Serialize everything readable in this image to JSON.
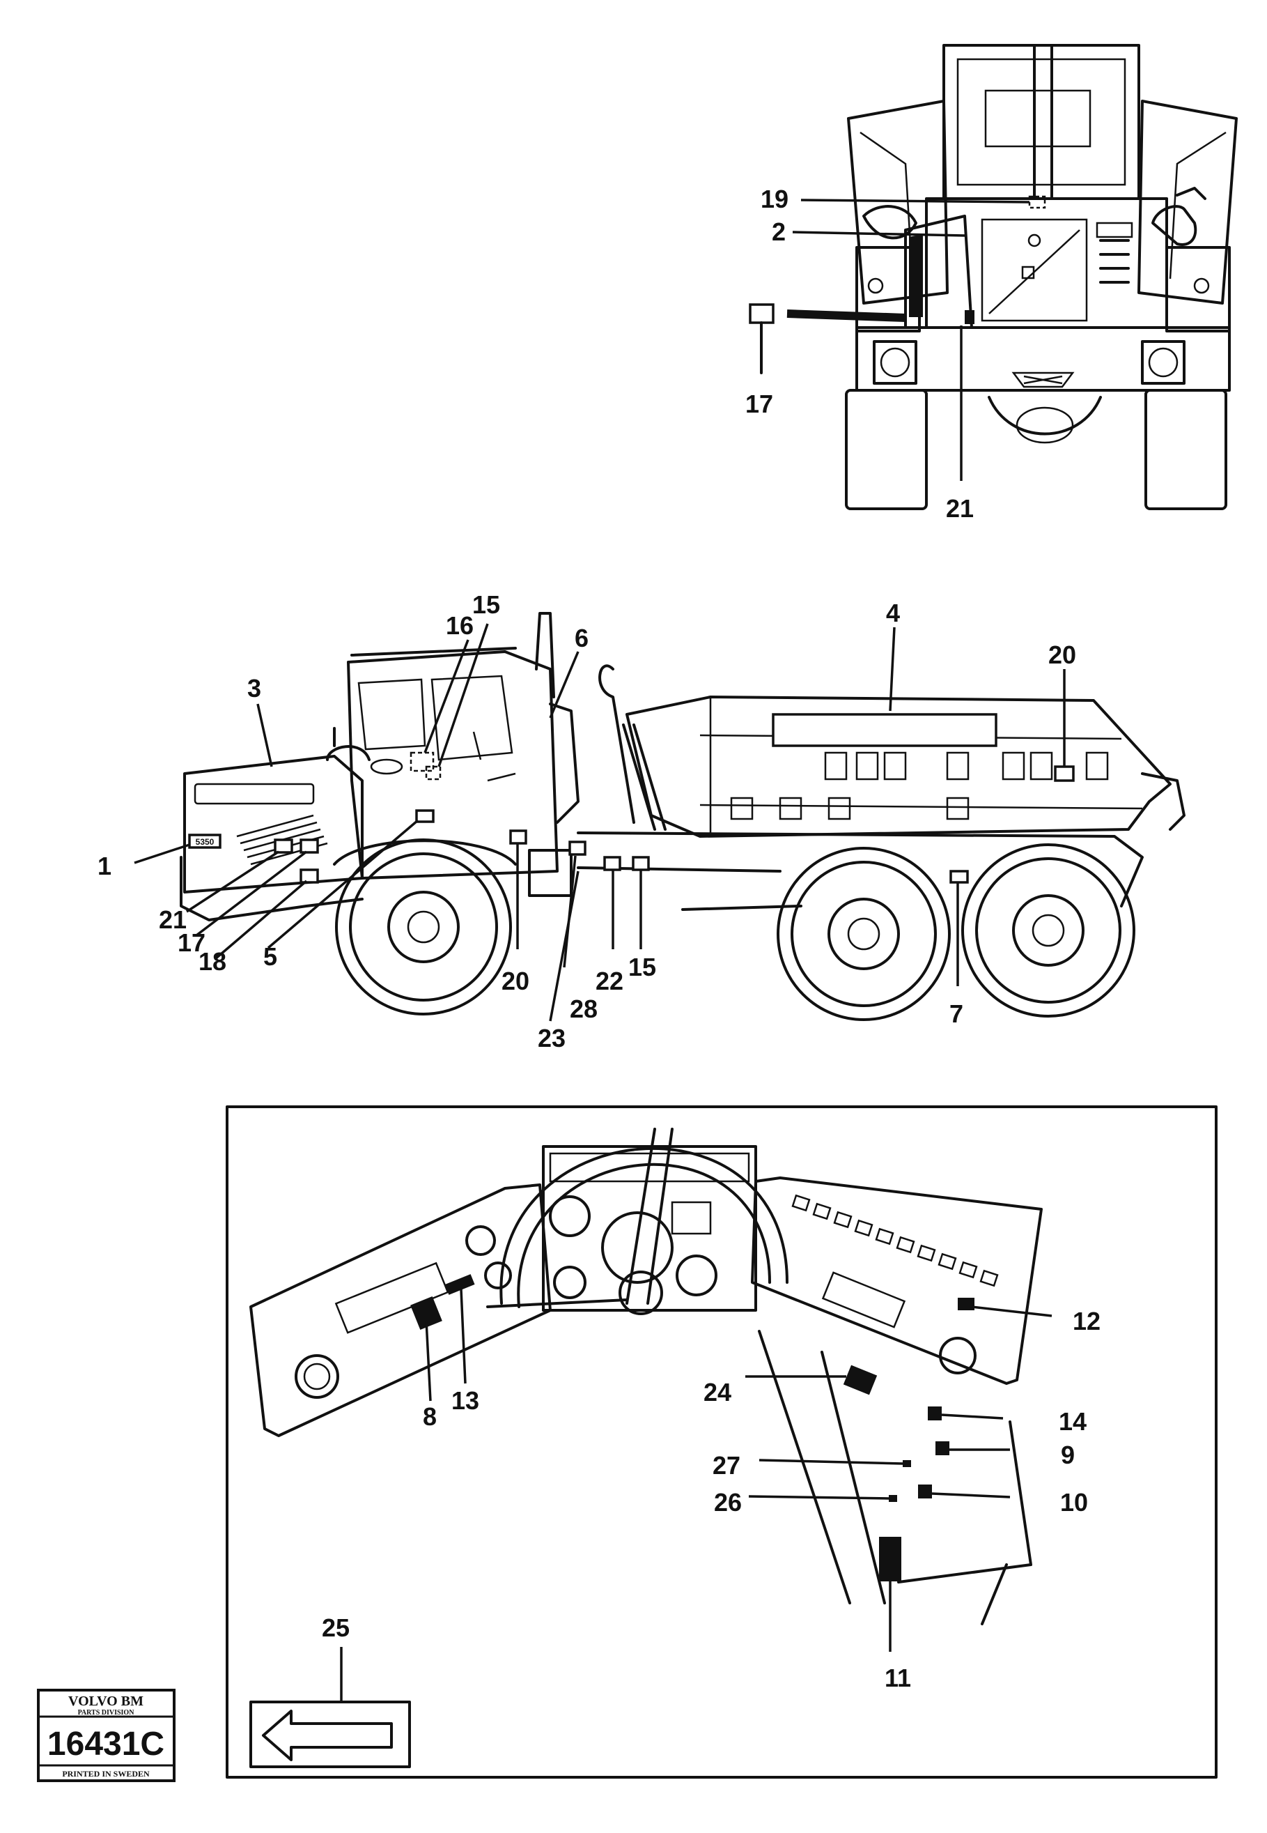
{
  "callouts": {
    "c1": "1",
    "c2": "2",
    "c3": "3",
    "c4": "4",
    "c5": "5",
    "c6": "6",
    "c7": "7",
    "c8": "8",
    "c9": "9",
    "c10": "10",
    "c11": "11",
    "c12": "12",
    "c13": "13",
    "c14": "14",
    "c15": "15",
    "c16": "16",
    "c17": "17",
    "c18": "18",
    "c19": "19",
    "c20": "20",
    "c21": "21",
    "c22": "22",
    "c23": "23",
    "c24": "24",
    "c25": "25",
    "c26": "26",
    "c27": "27",
    "c28": "28"
  },
  "truck_model_plate": "5350",
  "stamp": {
    "brand": "VOLVO BM",
    "division": "PARTS DIVISION",
    "number": "16431C",
    "printed": "PRINTED IN SWEDEN"
  }
}
